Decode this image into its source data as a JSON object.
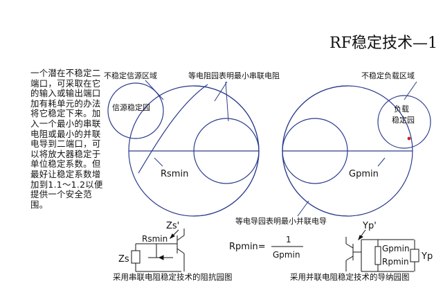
{
  "title": "RF稳定技术—1",
  "body_text": "一个潜在不稳定二端口，可采取在它的输入或输出端口加有耗单元的办法将它稳定下来。加入一个最小的串联电阻或最小的并联电导到二端口，可以将放大器稳定于单位稳定系数。但最好让稳定系数增加到1.1～1.2以便提供一个安全范围。",
  "left_chart": {
    "unstable_region_label": "不稳定信源区域",
    "const_resistance_label": "等电阻园表明最小串联电阻",
    "source_circle_label": "信源稳定园",
    "rsmin_label": "Rsmin"
  },
  "right_chart": {
    "unstable_region_label": "不稳定负载区域",
    "load_circle_label_1": "负载",
    "load_circle_label_2": "稳定园",
    "gpmin_label": "Gpmin",
    "const_conductance_label": "等电导园表明最小并联电导"
  },
  "left_circuit": {
    "zs_prime": "Zs'",
    "rsmin": "Rsmin",
    "zs": "Zs",
    "caption": "采用串联电阻稳定技术的阻抗园图"
  },
  "formula": {
    "lhs": "Rpmin=",
    "numerator": "1",
    "denominator": "Gpmin"
  },
  "right_circuit": {
    "yp_prime": "Yp'",
    "gpmin": "Gpmin",
    "rpmin": "Rpmin",
    "yp": "Yp",
    "caption": "采用并联电阻稳定技术的导纳园图"
  },
  "colors": {
    "line": "#2a3a8c",
    "text": "#111111"
  }
}
